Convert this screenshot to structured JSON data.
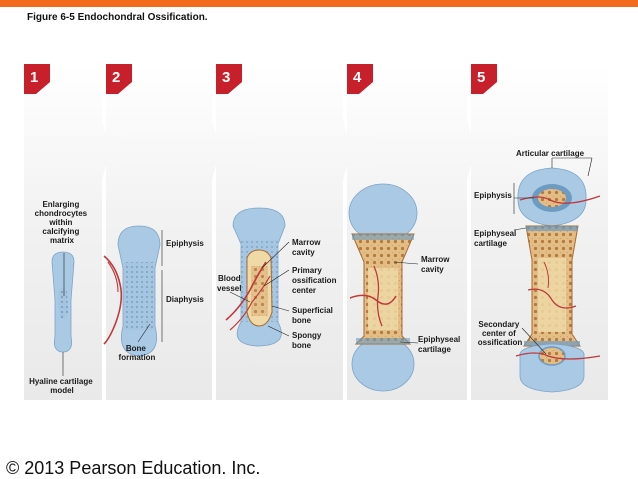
{
  "figure_title": "Figure 6-5  Endochondral Ossification.",
  "copyright": "© 2013 Pearson Education. Inc.",
  "colors": {
    "accent_bar": "#f26b1d",
    "step_badge": "#c8202a",
    "cartilage": "#a9c9e4",
    "bone": "#d9b07a",
    "vessel": "#c0393b"
  },
  "steps": [
    {
      "number": "1",
      "labels": {
        "enlarging": [
          "Enlarging",
          "chondrocytes",
          "within",
          "calcifying",
          "matrix"
        ],
        "model": [
          "Hyaline cartilage",
          "model"
        ]
      }
    },
    {
      "number": "2",
      "labels": {
        "epiphysis": "Epiphysis",
        "diaphysis": "Diaphysis",
        "bone_formation": [
          "Bone",
          "formation"
        ]
      }
    },
    {
      "number": "3",
      "labels": {
        "blood_vessel": [
          "Blood",
          "vessel"
        ],
        "marrow_cavity": [
          "Marrow",
          "cavity"
        ],
        "primary_center": [
          "Primary",
          "ossification",
          "center"
        ],
        "superficial_bone": [
          "Superficial",
          "bone"
        ],
        "spongy_bone": [
          "Spongy",
          "bone"
        ]
      }
    },
    {
      "number": "4",
      "labels": {
        "marrow_cavity": [
          "Marrow",
          "cavity"
        ],
        "epiphyseal_cartilage": [
          "Epiphyseal",
          "cartilage"
        ]
      }
    },
    {
      "number": "5",
      "labels": {
        "articular_cartilage": "Articular cartilage",
        "epiphysis": "Epiphysis",
        "epiphyseal_cartilage": [
          "Epiphyseal",
          "cartilage"
        ],
        "secondary_center": [
          "Secondary",
          "center of",
          "ossification"
        ]
      }
    }
  ]
}
